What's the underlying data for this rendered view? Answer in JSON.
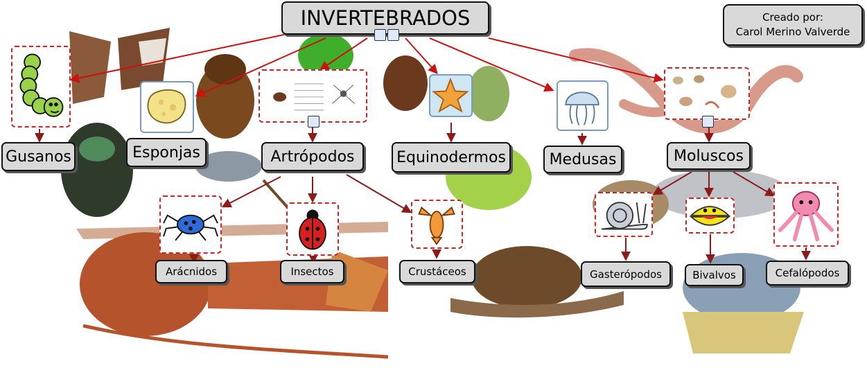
{
  "title": "INVERTEBRADOS",
  "credit": {
    "line1": "Creado por:",
    "line2": "Carol Merino Valverde"
  },
  "groups": {
    "gusanos": "Gusanos",
    "esponjas": "Esponjas",
    "artropodos": "Artrópodos",
    "equinodermos": "Equinodermos",
    "medusas": "Medusas",
    "moluscos": "Moluscos"
  },
  "subgroups": {
    "aracnidos": "Arácnidos",
    "insectos": "Insectos",
    "crustaceos": "Crustáceos",
    "gasteropodos": "Gasterópodos",
    "bivalvos": "Bivalvos",
    "cefalopodos": "Cefalópodos"
  },
  "colors": {
    "link": "#cc1111",
    "link_dark": "#8b1a1a",
    "node_fill": "#d9d9d9",
    "dashed_border": "#cc2222"
  },
  "icons": [
    "worm-icon",
    "sponge-icon",
    "diagram-icon",
    "starfish-icon",
    "jellyfish-icon",
    "mollusc-chart-icon",
    "spider-icon",
    "ladybug-icon",
    "lobster-icon",
    "snail-icon",
    "clam-icon",
    "octopus-icon"
  ]
}
